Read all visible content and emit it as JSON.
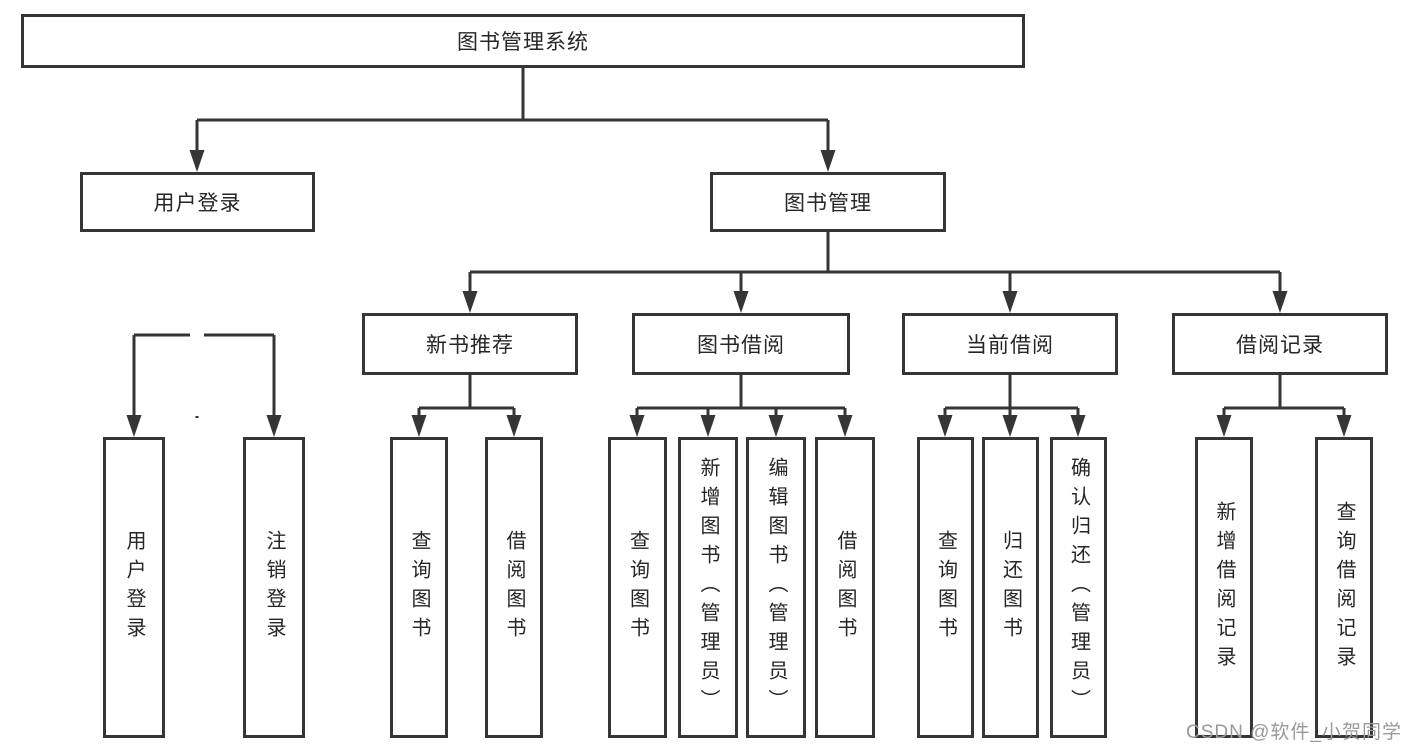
{
  "theme": {
    "line_color": "#353535",
    "text_color": "#262626",
    "box_background": "#ffffff",
    "watermark_color": "#9a9a9a"
  },
  "tree": {
    "root": {
      "label": "图书管理系统",
      "children": [
        {
          "label": "用户登录",
          "children": [
            {
              "label": "用户登录"
            },
            {
              "label": "注销登录"
            }
          ]
        },
        {
          "label": "图书管理",
          "children": [
            {
              "label": "新书推荐",
              "children": [
                {
                  "label": "查询图书"
                },
                {
                  "label": "借阅图书"
                }
              ]
            },
            {
              "label": "图书借阅",
              "children": [
                {
                  "label": "查询图书"
                },
                {
                  "label": "新增图书（管理员）"
                },
                {
                  "label": "编辑图书（管理员）"
                },
                {
                  "label": "借阅图书"
                }
              ]
            },
            {
              "label": "当前借阅",
              "children": [
                {
                  "label": "查询图书"
                },
                {
                  "label": "归还图书"
                },
                {
                  "label": "确认归还（管理员）"
                }
              ]
            },
            {
              "label": "借阅记录",
              "children": [
                {
                  "label": "新增借阅记录"
                },
                {
                  "label": "查询借阅记录"
                }
              ]
            }
          ]
        }
      ]
    }
  },
  "watermark": {
    "text": "CSDN @软件_小贺同学"
  }
}
